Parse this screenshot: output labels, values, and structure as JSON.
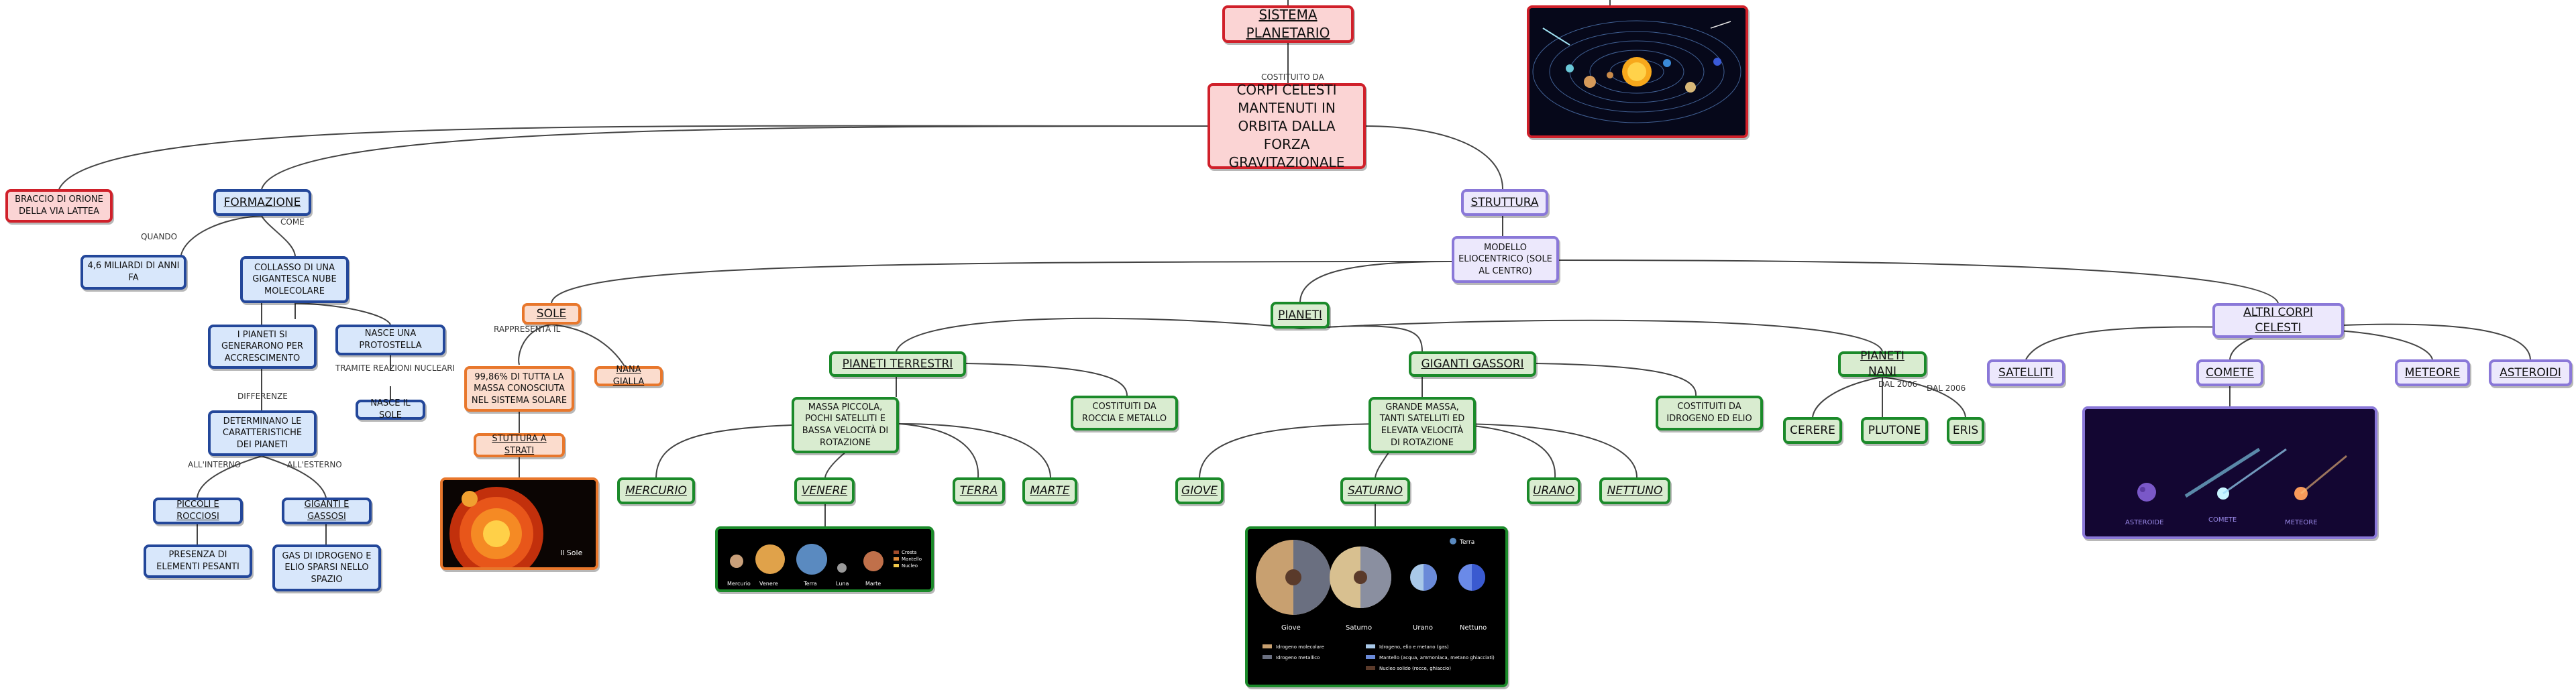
{
  "nodes": {
    "sistema": "SISTEMA PLANETARIO",
    "corpi": "CORPI CELESTI MANTENUTI IN ORBITA DALLA FORZA GRAVITAZIONALE",
    "braccio": "BRACCIO DI ORIONE DELLA VIA LATTEA",
    "formazione": "FORMAZIONE",
    "miliardi": "4,6 MILIARDI DI ANNI FA",
    "collasso": "COLLASSO DI UNA GIGANTESCA NUBE MOLECOLARE",
    "generarono": "I PIANETI SI GENERARONO PER ACCRESCIMENTO",
    "protostella": "NASCE UNA PROTOSTELLA",
    "nasce_sole": "NASCE IL SOLE",
    "determinano": "DETERMINANO LE CARATTERISTICHE DEI PIANETI",
    "piccoli": "PICCOLI E ROCCIOSI",
    "giganti_g": "GIGANTI E GASSOSI",
    "pesanti": "PRESENZA DI ELEMENTI PESANTI",
    "gas": "GAS DI IDROGENO E ELIO SPARSI NELLO SPAZIO",
    "struttura": "STRUTTURA",
    "modello": "MODELLO ELIOCENTRICO (SOLE AL CENTRO)",
    "sole": "SOLE",
    "massa_sole": "99,86% DI TUTTA LA MASSA CONOSCIUTA NEL SISTEMA SOLARE",
    "nana": "NANA GIALLA",
    "strati": "STUTTURA A STRATI",
    "pianeti": "PIANETI",
    "terrestri": "PIANETI TERRESTRI",
    "massa_terr": "MASSA PICCOLA, POCHI SATELLITI E BASSA VELOCITÀ DI ROTAZIONE",
    "roccia": "COSTITUITI DA ROCCIA E METALLO",
    "mercurio": "MERCURIO",
    "venere": "VENERE",
    "terra": "TERRA",
    "marte": "MARTE",
    "gassosi": "GIGANTI GASSORI",
    "massa_gas": "GRANDE MASSA, TANTI SATELLITI ED ELEVATA VELOCITÀ DI ROTAZIONE",
    "idrogeno": "COSTITUITI DA IDROGENO ED ELIO",
    "giove": "GIOVE",
    "saturno": "SATURNO",
    "urano": "URANO",
    "nettuno": "NETTUNO",
    "nani": "PIANETI NANI",
    "cerere": "CERERE",
    "plutone": "PLUTONE",
    "eris": "ERIS",
    "altri": "ALTRI CORPI CELESTI",
    "satelliti": "SATELLITI",
    "comete": "COMETE",
    "meteore": "METEORE",
    "asteroidi": "ASTEROIDI"
  },
  "labels": {
    "costituito": "COSTITUITO DA",
    "quando": "QUANDO",
    "come": "COME",
    "tramite": "TRAMITE REAZIONI NUCLEARI",
    "differenze": "DIFFERENZE",
    "interno": "ALL'INTERNO",
    "esterno": "ALL'ESTERNO",
    "rappresenta": "RAPPRESENTA IL",
    "dal2006a": "DAL 2006",
    "dal2006b": "DAL 2006"
  },
  "images": {
    "inner_planets": [
      "Mercurio",
      "Venere",
      "Terra",
      "Luna",
      "Marte"
    ],
    "inner_legend": [
      "Crosta",
      "Mantello",
      "Nucleo"
    ],
    "gas_planets": [
      "Giove",
      "Saturno",
      "Urano",
      "Nettuno"
    ],
    "gas_small_label": "Terra",
    "gas_legend": [
      "Idrogeno molecolare",
      "Idrogeno metallico",
      "Idrogeno, elio e metano (gas)",
      "Mantello (acqua, ammoniaca, metano ghiacciati)",
      "Nucleo solido (rocce, ghiaccio)"
    ],
    "sun_label": "Il Sole",
    "small_bodies": [
      "ASTEROIDE",
      "COMETE",
      "METEORE"
    ]
  },
  "colors": {
    "red": "#d0202a",
    "blue": "#23479a",
    "purple": "#8a78d8",
    "orange": "#e8772c",
    "green": "#1b8a2a"
  }
}
